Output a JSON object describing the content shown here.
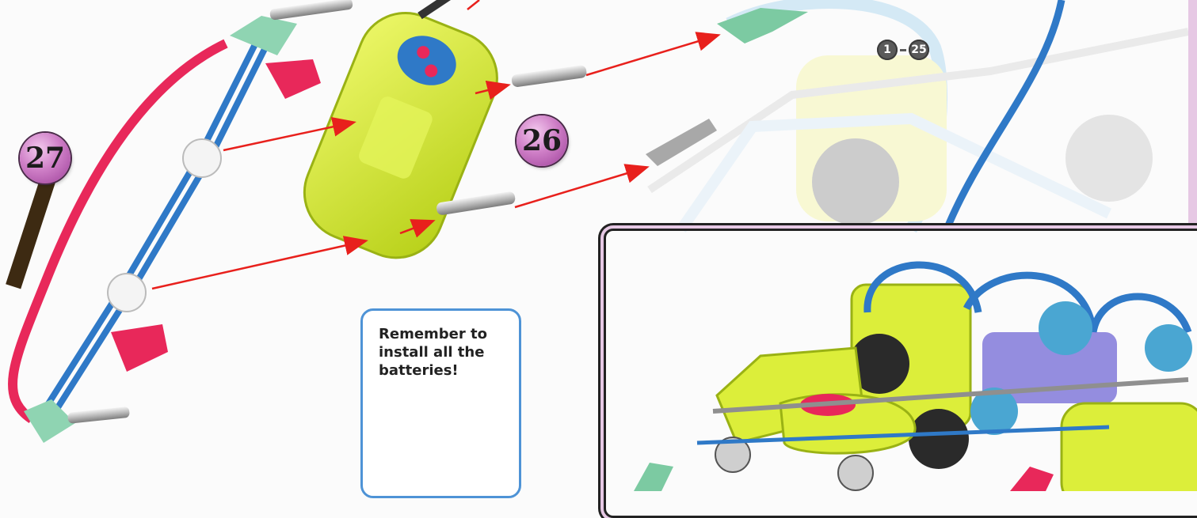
{
  "steps": {
    "step_27": "27",
    "step_26": "26",
    "previous_range": {
      "from": "1",
      "to": "25"
    }
  },
  "note": {
    "text": "Remember to install all the batteries!"
  },
  "colors": {
    "badge_purple": "#c068bb",
    "rod_red": "#e8285a",
    "rod_blue": "#2f79c7",
    "battery_yellow": "#d8ec3a",
    "arrow_red": "#e8201c",
    "note_border": "#4e93d6"
  }
}
